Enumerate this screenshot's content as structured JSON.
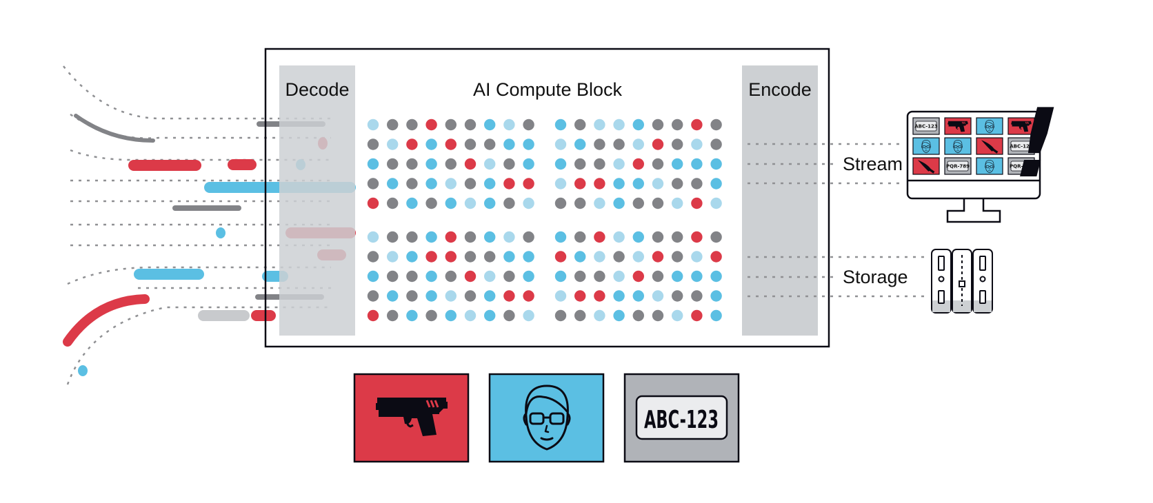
{
  "labels": {
    "decode": "Decode",
    "compute": "AI Compute Block",
    "encode": "Encode",
    "stream": "Stream",
    "storage": "Storage",
    "alert": "!"
  },
  "colors": {
    "red": "#dc3a48",
    "blue": "#5bbfe3",
    "lightblue": "#a9d8ec",
    "gray": "#828387",
    "lightgray": "#c8cacd",
    "panel": "#cdd0d3",
    "dark": "#0b0b14",
    "dash": "#8f9093"
  },
  "compute_grid": {
    "blocks": [
      [
        [
          "lightblue",
          "gray",
          "gray",
          "red",
          "gray",
          "gray",
          "blue",
          "lightblue",
          "gray"
        ],
        [
          "gray",
          "lightblue",
          "red",
          "blue",
          "red",
          "gray",
          "gray",
          "blue",
          "blue"
        ],
        [
          "blue",
          "gray",
          "gray",
          "blue",
          "gray",
          "red",
          "lightblue",
          "gray",
          "blue"
        ],
        [
          "gray",
          "blue",
          "gray",
          "blue",
          "lightblue",
          "gray",
          "blue",
          "red",
          "red"
        ],
        [
          "red",
          "gray",
          "blue",
          "gray",
          "blue",
          "lightblue",
          "blue",
          "gray",
          "lightblue"
        ]
      ],
      [
        [
          "blue",
          "gray",
          "lightblue",
          "lightblue",
          "blue",
          "gray",
          "gray",
          "red",
          "gray"
        ],
        [
          "lightblue",
          "blue",
          "gray",
          "gray",
          "lightblue",
          "red",
          "gray",
          "lightblue",
          "gray"
        ],
        [
          "blue",
          "gray",
          "gray",
          "lightblue",
          "red",
          "gray",
          "blue",
          "blue",
          "blue"
        ],
        [
          "lightblue",
          "red",
          "red",
          "blue",
          "blue",
          "lightblue",
          "gray",
          "gray",
          "blue"
        ],
        [
          "gray",
          "gray",
          "lightblue",
          "blue",
          "gray",
          "gray",
          "lightblue",
          "red",
          "lightblue"
        ]
      ],
      [
        [
          "lightblue",
          "gray",
          "gray",
          "blue",
          "red",
          "gray",
          "blue",
          "lightblue",
          "gray"
        ],
        [
          "gray",
          "lightblue",
          "blue",
          "red",
          "red",
          "gray",
          "gray",
          "blue",
          "blue"
        ],
        [
          "blue",
          "gray",
          "gray",
          "blue",
          "gray",
          "red",
          "lightblue",
          "gray",
          "blue"
        ],
        [
          "gray",
          "blue",
          "gray",
          "blue",
          "lightblue",
          "gray",
          "blue",
          "red",
          "red"
        ],
        [
          "red",
          "gray",
          "blue",
          "gray",
          "blue",
          "lightblue",
          "blue",
          "gray",
          "lightblue"
        ]
      ],
      [
        [
          "blue",
          "gray",
          "red",
          "lightblue",
          "blue",
          "gray",
          "gray",
          "red",
          "gray"
        ],
        [
          "red",
          "blue",
          "lightblue",
          "gray",
          "lightblue",
          "red",
          "gray",
          "lightblue",
          "red"
        ],
        [
          "blue",
          "gray",
          "gray",
          "lightblue",
          "red",
          "gray",
          "blue",
          "blue",
          "blue"
        ],
        [
          "lightblue",
          "red",
          "red",
          "blue",
          "blue",
          "lightblue",
          "gray",
          "gray",
          "blue"
        ],
        [
          "gray",
          "gray",
          "lightblue",
          "blue",
          "gray",
          "gray",
          "lightblue",
          "red",
          "blue"
        ]
      ]
    ]
  },
  "detections": [
    {
      "kind": "gun",
      "color": "red"
    },
    {
      "kind": "face",
      "color": "blue"
    },
    {
      "kind": "plate",
      "color": "gray",
      "text": "ABC-123"
    }
  ],
  "monitor_thumbnails": [
    {
      "kind": "plate",
      "color": "gray",
      "text": "ABC-123"
    },
    {
      "kind": "gun",
      "color": "red"
    },
    {
      "kind": "face",
      "color": "blue"
    },
    {
      "kind": "gun",
      "color": "red"
    },
    {
      "kind": "face",
      "color": "blue"
    },
    {
      "kind": "face",
      "color": "blue"
    },
    {
      "kind": "knife",
      "color": "red"
    },
    {
      "kind": "plate",
      "color": "gray",
      "text": "ABC-123"
    },
    {
      "kind": "knife",
      "color": "red"
    },
    {
      "kind": "plate",
      "color": "gray",
      "text": "PQR-789"
    },
    {
      "kind": "face",
      "color": "blue"
    },
    {
      "kind": "plate",
      "color": "gray",
      "text": "PQR-789"
    }
  ]
}
